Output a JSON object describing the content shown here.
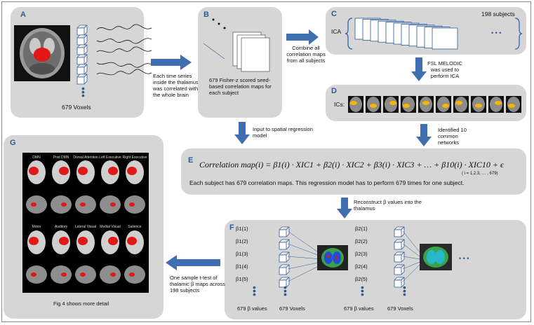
{
  "colors": {
    "panel": "#d6d6d6",
    "arrow": "#3f6fb0",
    "cube": "#2b5a93",
    "frame": "#8a8a8a"
  },
  "panels": {
    "A": {
      "letter": "A",
      "voxels": "679 Voxels"
    },
    "B": {
      "letter": "B",
      "caption": "679 Fisher-z scored seed-based correlation maps for each subject"
    },
    "C": {
      "letter": "C",
      "subjects": "198 subjects",
      "ica": "ICA",
      "ellipsis": "• • •"
    },
    "D": {
      "letter": "D",
      "ics": "ICs:"
    },
    "E": {
      "letter": "E",
      "eq_main": "Correlation map(i) = β1(i) · XIC1 + β2(i) · XIC2 + β3(i) · XIC3 + … + β10(i) · XIC10 + ϵ",
      "eq_index": "( i = 1,2,3, … , 679)",
      "note": "Each subject has  679 correlation maps. This  regression model has to perform 679 times for one subject."
    },
    "F": {
      "letter": "F",
      "b1": [
        "β1(1)",
        "β1(2)",
        "β1(3)",
        "β1(4)",
        "β1(5)"
      ],
      "b2": [
        "β2(1)",
        "β2(2)",
        "β2(3)",
        "β2(4)",
        "β2(5)"
      ],
      "b1_values": "679 β values",
      "b1_voxels": "679 Voxels",
      "b2_values": "679 β values",
      "b2_voxels": "679 Voxels",
      "ellipsis": "• • •"
    },
    "G": {
      "letter": "G",
      "top_labels": [
        "DMN",
        "Post DMN",
        "Dorsal Attention",
        "Left Executive",
        "Right Executive"
      ],
      "bottom_labels": [
        "Motor",
        "Auditory",
        "Lateral Visual",
        "Medial Visual",
        "Salience"
      ],
      "caption": "Fig 4 shows more detail"
    }
  },
  "arrows": {
    "a_to_b": "Each time series inside the thalamus was correlated with the whole brain",
    "b_to_c": "Combine all correlation maps  from all  subjects",
    "c_to_d": "FSL  MELODIC was used to perform ICA",
    "b_to_e": "Input to spatial regression model",
    "d_to_e": "Identified 10 common networks",
    "e_to_f": "Reconstruct β values into the thalamus",
    "f_to_g": "One sample t-test of thalamic β maps across 198 subjects"
  }
}
